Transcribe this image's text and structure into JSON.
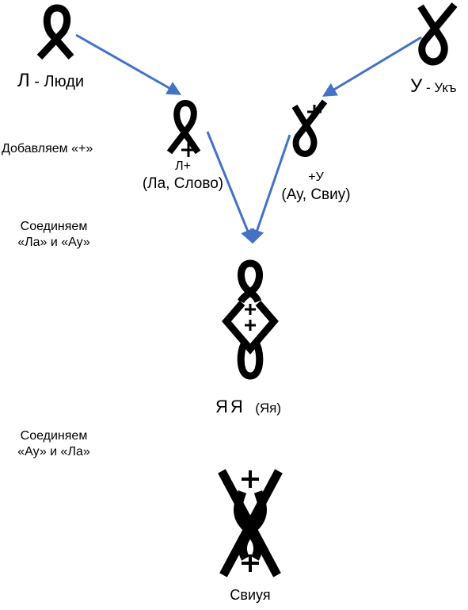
{
  "colors": {
    "arrow": "#4472c4",
    "glyph": "#000000",
    "background": "#ffffff"
  },
  "labels": {
    "l_lyudi": {
      "letter": "Л",
      "rest": " - Люди"
    },
    "u_uk": {
      "letter": "У",
      "rest": " - Укъ"
    },
    "step_add_plus": "Добавляем «+»",
    "l_plus": {
      "line1": "Л+",
      "line2": "(Ла, Слово)"
    },
    "plus_u": {
      "line1": "+У",
      "line2": "(Ау, Свиу)"
    },
    "step_join_la_au": {
      "line1": "Соединяем",
      "line2": "«Ла» и «Ау»"
    },
    "yaya": {
      "main": "ЯЯ",
      "sub": "(Яя)"
    },
    "step_join_au_la": {
      "line1": "Соединяем",
      "line2": "«Ау» и «Ла»"
    },
    "sviuya": "Свиуя"
  },
  "icons": [
    "l-ribbon-icon",
    "u-ribbon-icon",
    "l-plus-ribbon-icon",
    "plus-u-ribbon-icon",
    "yaya-knot-icon",
    "sviuya-knot-icon"
  ]
}
